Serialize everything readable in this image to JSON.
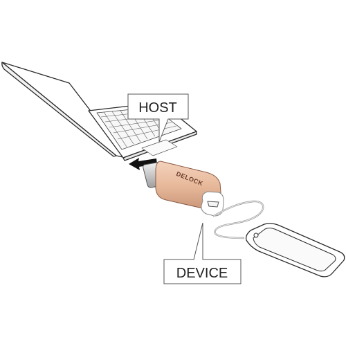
{
  "labels": {
    "host": "HOST",
    "device": "DEVICE"
  },
  "adapter": {
    "brand": "DELOCK"
  },
  "colors": {
    "adapter_body": "#e7b99a",
    "adapter_shade": "#c99478",
    "line": "#2a2a2a",
    "cable": "#9a9a9a",
    "arrow": "#111111"
  }
}
